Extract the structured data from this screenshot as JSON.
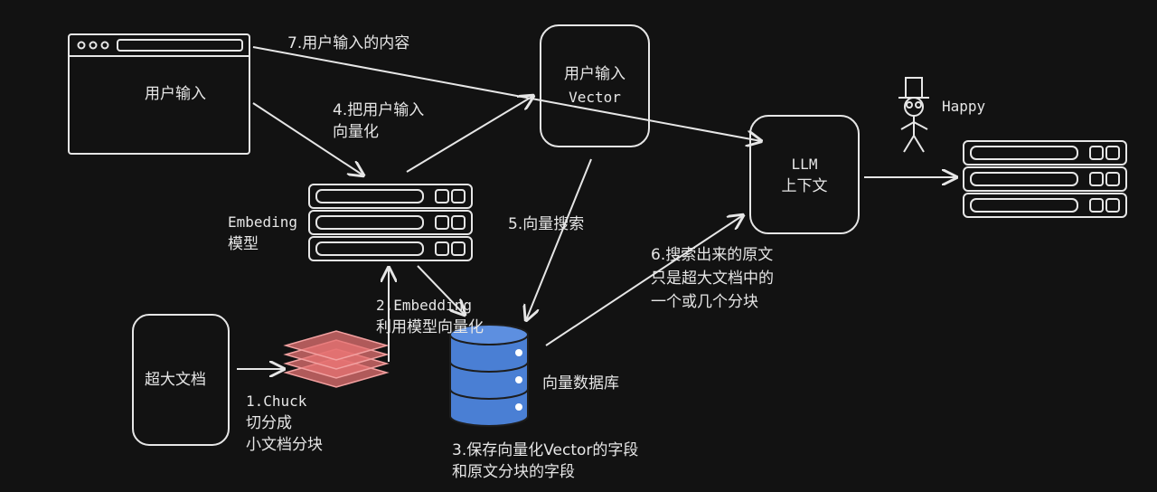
{
  "colors": {
    "background": "#121212",
    "stroke": "#e6e6e6",
    "chunk_fill": "#e57373",
    "db_fill": "#4a7fd4"
  },
  "labels": {
    "user_input_window": "用户输入",
    "user_input_vector_line1": "用户输入",
    "user_input_vector_line2": "Vector",
    "llm_line1": "LLM",
    "llm_line2": "上下文",
    "happy": "Happy",
    "embedding_model_line1": "Embeding",
    "embedding_model_line2": "模型",
    "big_document": "超大文档",
    "vector_db": "向量数据库"
  },
  "steps": {
    "step1_line1": "1.Chuck",
    "step1_line2": "切分成",
    "step1_line3": "小文档分块",
    "step2_line1": "2.Embedding",
    "step2_line2": "利用模型向量化",
    "step3_line1": "3.保存向量化Vector的字段",
    "step3_line2": "和原文分块的字段",
    "step4_line1": "4.把用户输入",
    "step4_line2": "向量化",
    "step5": "5.向量搜索",
    "step6_line1": "6.搜索出来的原文",
    "step6_line2": "只是超大文档中的",
    "step6_line3": "一个或几个分块",
    "step7": "7.用户输入的内容"
  },
  "icons": [
    "browser-window-icon",
    "server-stack-icon",
    "document-chunks-icon",
    "database-icon",
    "stick-figure-icon",
    "arrow-icon"
  ]
}
